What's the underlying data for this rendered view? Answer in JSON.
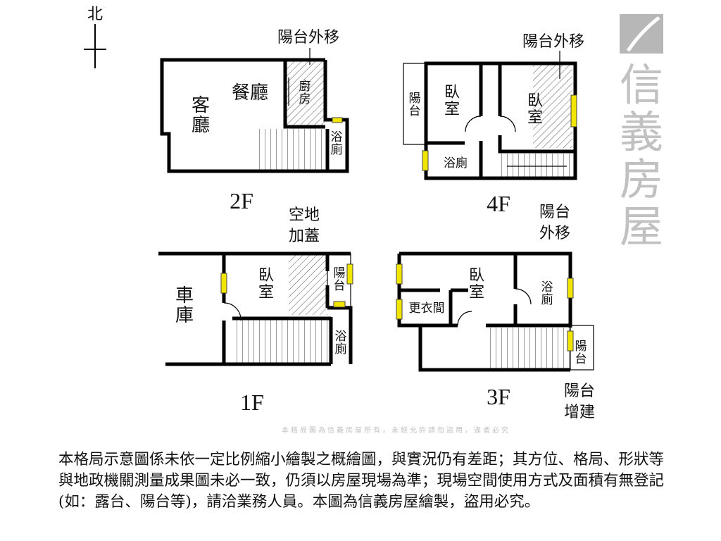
{
  "north_label": "北",
  "floors": {
    "f2": {
      "label": "2F",
      "rooms": {
        "living": "客廳",
        "dining": "餐廳",
        "kitchen": "廚房",
        "bath": "浴廁"
      },
      "annotation": "陽台外移"
    },
    "f4": {
      "label": "4F",
      "rooms": {
        "balcony": "陽台",
        "bed1": "臥室",
        "bed2": "臥室",
        "bath": "浴廁"
      },
      "annotation": "陽台外移"
    },
    "f1": {
      "label": "1F",
      "rooms": {
        "garage": "車庫",
        "bed": "臥室",
        "balcony": "陽台",
        "bath": "浴廁"
      },
      "annotation": "空地加蓋"
    },
    "f3": {
      "label": "3F",
      "rooms": {
        "bed": "臥室",
        "closet": "更衣間",
        "bath": "浴廁",
        "balcony": "陽台"
      },
      "annotation_top": "陽台外移",
      "annotation_bottom": "陽台增建"
    }
  },
  "watermark": {
    "brand": "信義房屋",
    "notice": "本格局圖為信義房屋所有，未經允許請勿盜用，違者必究"
  },
  "colors": {
    "window": "#f2e600",
    "watermark": "#888888"
  },
  "disclaimer": "本格局示意圖係未依一定比例縮小繪製之概繪圖，與實況仍有差距；其方位、格局、形狀等與地政機關測量成果圖未必一致，仍須以房屋現場為準；現場空間使用方式及面積有無登記(如：露台、陽台等)，請洽業務人員。本圖為信義房屋繪製，盜用必究。"
}
